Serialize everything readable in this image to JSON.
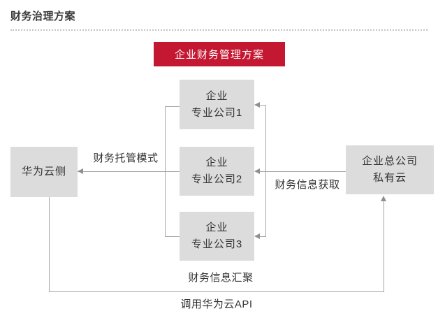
{
  "page": {
    "title": "财务治理方案"
  },
  "banner": {
    "label": "企业财务管理方案"
  },
  "nodes": {
    "huawei_cloud": {
      "label": "华为云侧"
    },
    "company1": {
      "line1": "企业",
      "line2": "专业公司1"
    },
    "company2": {
      "line1": "企业",
      "line2": "专业公司2"
    },
    "company3": {
      "line1": "企业",
      "line2": "专业公司3"
    },
    "hq_private_cloud": {
      "line1": "企业总公司",
      "line2": "私有云"
    }
  },
  "edges": {
    "hosting_mode": {
      "label": "财务托管模式",
      "from": "company-boxes",
      "to": "huawei_cloud"
    },
    "info_fetch": {
      "label": "财务信息获取",
      "from": "hq_private_cloud",
      "to": "company-boxes"
    },
    "info_aggregate": {
      "label": "财务信息汇聚",
      "from": "huawei_cloud",
      "to": "hq_private_cloud"
    },
    "api_call": {
      "label": "调用华为云API",
      "from": "huawei_cloud",
      "to": "hq_private_cloud"
    }
  },
  "colors": {
    "accent_red": "#c41731",
    "node_fill": "#dcdcdc",
    "line_gray": "#a6a6a6",
    "text": "#333333"
  }
}
